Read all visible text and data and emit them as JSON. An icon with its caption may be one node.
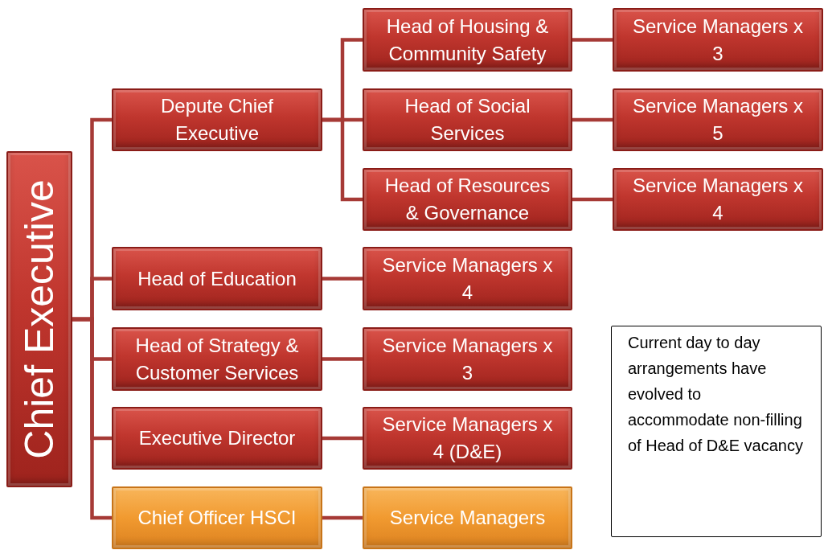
{
  "diagram": {
    "nodes": [
      {
        "text": [
          "Chief Executive"
        ]
      },
      {
        "text": [
          "Depute Chief Executive"
        ]
      },
      {
        "text": [
          "Head of Housing & Community Safety"
        ]
      },
      {
        "text": [
          "Service Managers x 3"
        ]
      },
      {
        "text": [
          "Head of Social Services"
        ]
      },
      {
        "text": [
          "Service Managers x 5"
        ]
      },
      {
        "text": [
          "Head of Resources & Governance"
        ]
      },
      {
        "text": [
          "Service Managers x 4"
        ]
      },
      {
        "text": [
          "Head of Education"
        ]
      },
      {
        "text": [
          "Service Managers x 4"
        ]
      },
      {
        "text": [
          "Head of Strategy & Customer Services"
        ]
      },
      {
        "text": [
          "Service Managers x 3"
        ]
      },
      {
        "text": [
          "Executive Director"
        ]
      },
      {
        "text": [
          "Service Managers x 4 (D&E)"
        ]
      },
      {
        "text": [
          "Chief Officer HSCI"
        ]
      },
      {
        "text": [
          "Service Managers"
        ]
      },
      {
        "text": [
          "Current day to day arrangements have evolved to accommodate non-filling of Head of D&E vacancy"
        ]
      }
    ],
    "edges": [
      {
        "from": 0,
        "to": 1,
        "arrow": "none"
      },
      {
        "from": 1,
        "to": 2,
        "arrow": "none"
      },
      {
        "from": 2,
        "to": 3,
        "arrow": "none"
      },
      {
        "from": 1,
        "to": 4,
        "arrow": "none"
      },
      {
        "from": 4,
        "to": 5,
        "arrow": "none"
      },
      {
        "from": 1,
        "to": 6,
        "arrow": "none"
      },
      {
        "from": 6,
        "to": 7,
        "arrow": "none"
      },
      {
        "from": 0,
        "to": 8,
        "arrow": "none"
      },
      {
        "from": 8,
        "to": 9,
        "arrow": "none"
      },
      {
        "from": 0,
        "to": 10,
        "arrow": "none"
      },
      {
        "from": 10,
        "to": 11,
        "arrow": "none"
      },
      {
        "from": 0,
        "to": 12,
        "arrow": "none"
      },
      {
        "from": 12,
        "to": 13,
        "arrow": "none"
      },
      {
        "from": 0,
        "to": 14,
        "arrow": "none"
      },
      {
        "from": 14,
        "to": 15,
        "arrow": "none"
      }
    ]
  }
}
